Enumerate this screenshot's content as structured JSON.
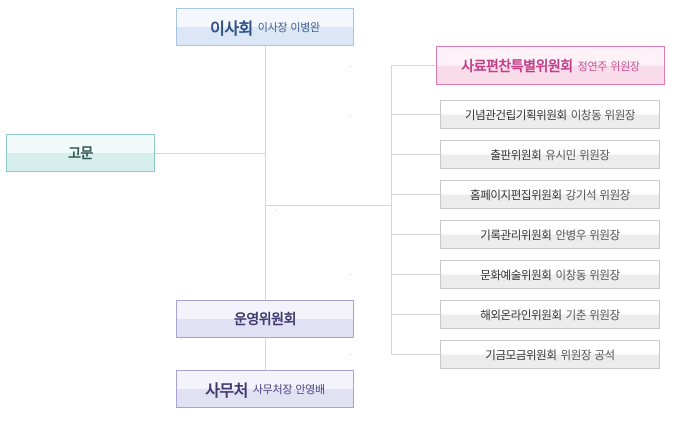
{
  "board": {
    "title": "이사회",
    "subtitle": "이사장 이병완"
  },
  "advisor": {
    "title": "고문"
  },
  "operations": {
    "title": "운영위원회"
  },
  "secretariat": {
    "title": "사무처",
    "subtitle": "사무처장 안영배"
  },
  "compilation": {
    "title": "사료편찬특별위원회",
    "subtitle": "정연주 위원장"
  },
  "committees": [
    {
      "name": "기념관건립기획위원회",
      "role": "이창동 위원장"
    },
    {
      "name": "출판위원회",
      "role": "유시민 위원장"
    },
    {
      "name": "홈페이지편집위원회",
      "role": "강기석 위원장"
    },
    {
      "name": "기록관리위원회",
      "role": "안병우 위원장"
    },
    {
      "name": "문화예술위원회",
      "role": "이창동 위원장"
    },
    {
      "name": "해외온라인위원회",
      "role": "기춘 위원장"
    },
    {
      "name": "기금모금위원회",
      "role": "위원장 공석"
    }
  ],
  "colors": {
    "line": "#d6d6d6",
    "board": "#2d4f86",
    "compilation": "#c03f86",
    "operations": "#3f3a6e",
    "advisor": "#355a55"
  }
}
